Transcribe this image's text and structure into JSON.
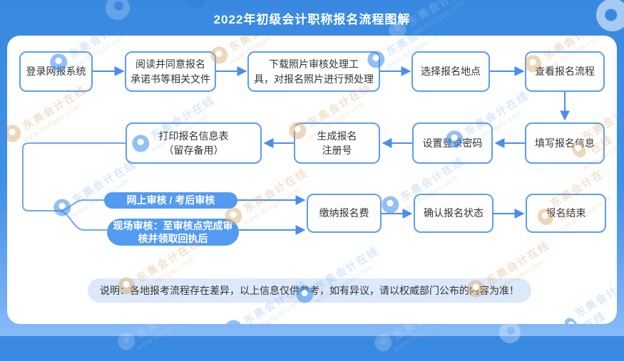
{
  "header": {
    "title": "2022年初级会计职称报名流程图解"
  },
  "flow": {
    "nodes": {
      "login": {
        "label": "登录网报系统"
      },
      "agree": {
        "label": "阅读并同意报名\n承诺书等相关文件"
      },
      "photo_tool": {
        "label": "下载照片审核处理工\n具，对报名照片进行预处理"
      },
      "location": {
        "label": "选择报名地点"
      },
      "view_process": {
        "label": "查看报名流程"
      },
      "fill_info": {
        "label": "填写报名信息"
      },
      "password": {
        "label": "设置登录密码"
      },
      "reg_number": {
        "label": "生成报名\n注册号"
      },
      "print_form": {
        "label": "打印报名信息表\n（留存备用）"
      },
      "online_review": {
        "label": "网上审核 / 考后审核"
      },
      "onsite_review": {
        "label": "现场审核：至审核点完成审\n核并领取回执后"
      },
      "pay_fee": {
        "label": "缴纳报名费"
      },
      "confirm_status": {
        "label": "确认报名状态"
      },
      "finish": {
        "label": "报名结束"
      }
    }
  },
  "note": {
    "text": "说明：各地报考流程存在差异，以上信息仅供参考，如有异议，请以权威部门公布的内容为准！"
  },
  "watermark": {
    "name": "东奥会计在线",
    "url": "www.dongao.com"
  },
  "colors": {
    "accent": "#3E8BE2",
    "box-border": "#5E9DF3",
    "arrow": "#4B8DEF",
    "elbow": "#6FA6F3",
    "pill-bg": "#539BF1",
    "note-bg": "#DCE9FA",
    "text": "#333333"
  }
}
